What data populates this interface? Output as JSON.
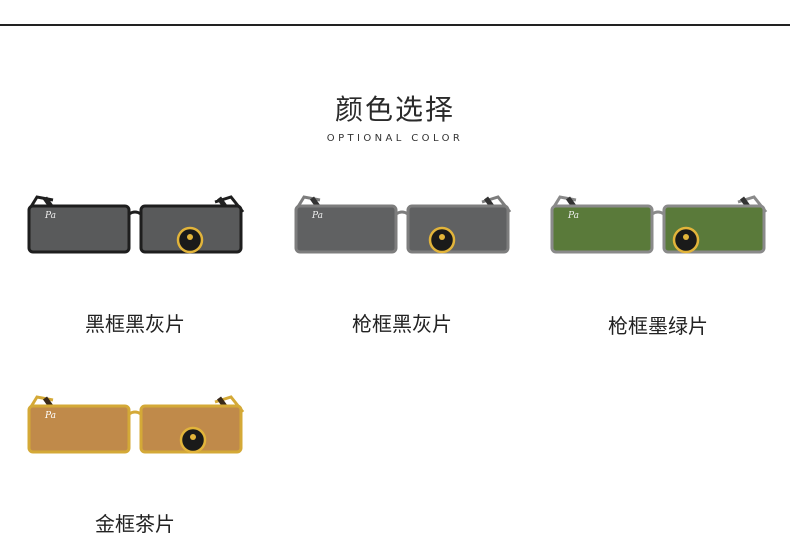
{
  "header": {
    "title": "颜色选择",
    "subtitle": "OPTIONAL COLOR"
  },
  "options": [
    {
      "label": "黑框黑灰片",
      "frame_color": "#1e1e1e",
      "lens_color": "#595a5b",
      "icon": "sunglasses-icon"
    },
    {
      "label": "枪框黑灰片",
      "frame_color": "#7d7d7d",
      "lens_color": "#606162",
      "icon": "sunglasses-icon"
    },
    {
      "label": "枪框墨绿片",
      "frame_color": "#8a8a8a",
      "lens_color": "#5a7a3a",
      "icon": "sunglasses-icon"
    },
    {
      "label": "金框茶片",
      "frame_color": "#d4a937",
      "lens_color": "#c08a4a",
      "icon": "sunglasses-icon"
    }
  ]
}
